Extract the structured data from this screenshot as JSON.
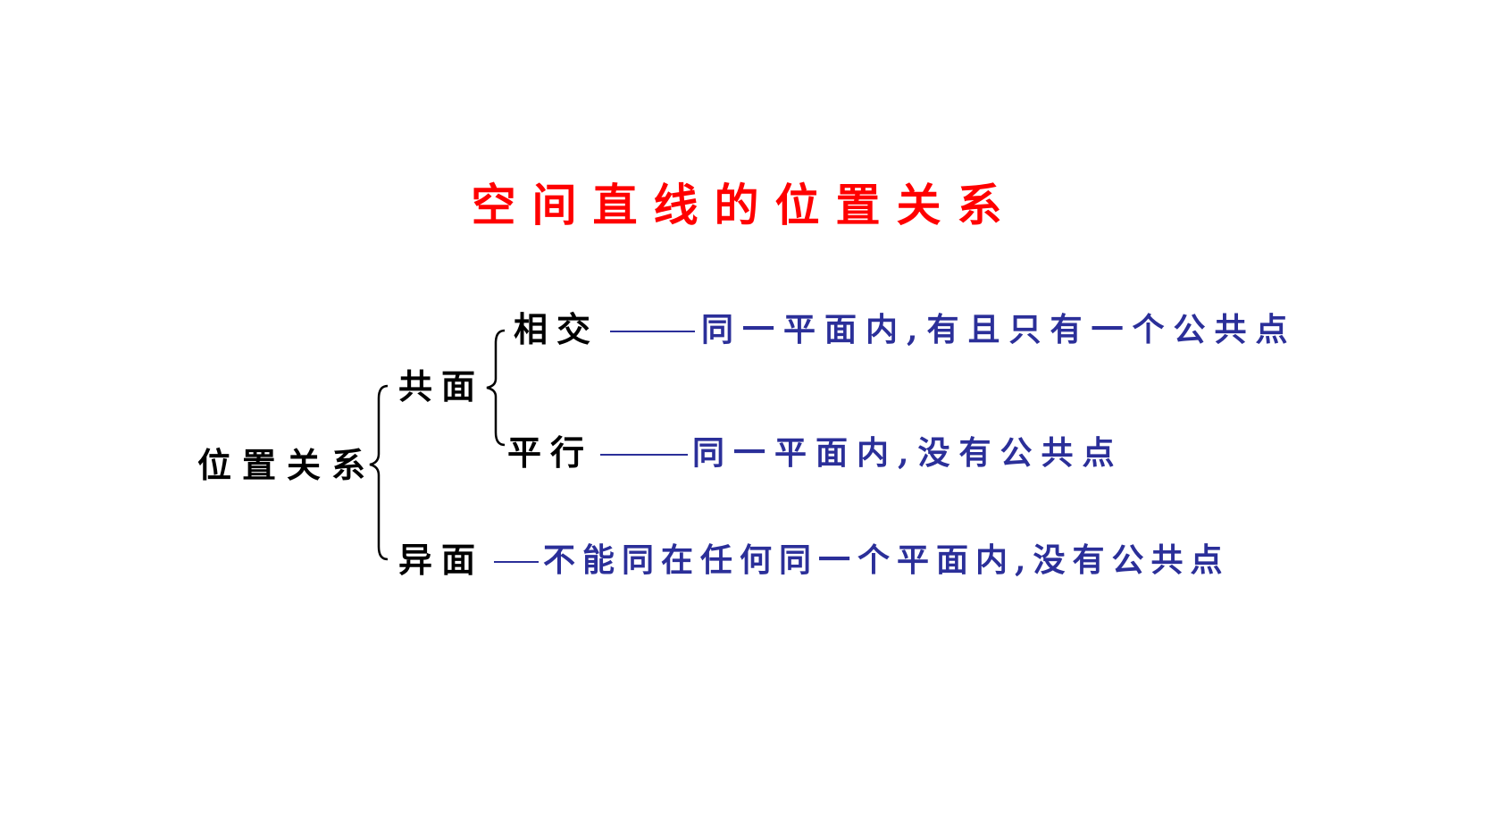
{
  "title": "空间直线的位置关系",
  "colors": {
    "title": "#ff0000",
    "label": "#000000",
    "description": "#2b2f99"
  },
  "tree": {
    "root": "位置关系",
    "coplanar": {
      "label": "共面",
      "intersecting": {
        "label": "相交",
        "description": "同一平面内,有且只有一个公共点"
      },
      "parallel": {
        "label": "平行",
        "description": "同一平面内,没有公共点"
      }
    },
    "skew": {
      "label": "异面",
      "description": "不能同在任何同一个平面内,没有公共点"
    }
  }
}
